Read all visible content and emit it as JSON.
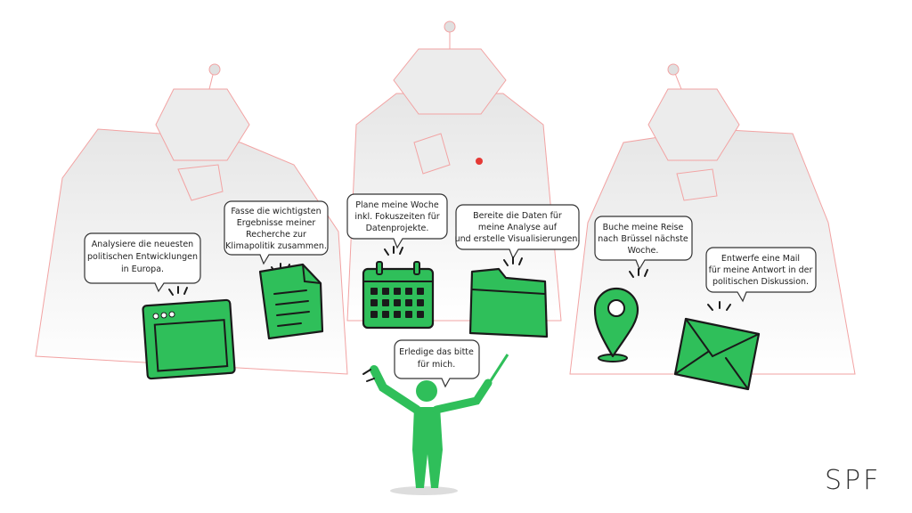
{
  "colors": {
    "accent_green": "#2fbf5a",
    "robot_outline": "#f2a3a3",
    "robot_eye": "#e53935"
  },
  "bubbles": [
    {
      "lines": [
        "Analysiere die neuesten",
        "politischen Entwicklungen",
        "in Europa."
      ],
      "icon": "browser-window-icon"
    },
    {
      "lines": [
        "Fasse die wichtigsten",
        "Ergebnisse meiner",
        "Recherche zur",
        "Klimapolitik zusammen."
      ],
      "icon": "document-icon"
    },
    {
      "lines": [
        "Plane meine Woche",
        "inkl. Fokuszeiten für",
        "Datenprojekte."
      ],
      "icon": "calendar-icon"
    },
    {
      "lines": [
        "Bereite die Daten für",
        "meine Analyse auf",
        "und erstelle Visualisierungen."
      ],
      "icon": "folder-icon"
    },
    {
      "lines": [
        "Buche meine Reise",
        "nach Brüssel nächste",
        "Woche."
      ],
      "icon": "location-pin-icon"
    },
    {
      "lines": [
        "Entwerfe eine Mail",
        "für meine Antwort in der",
        "politischen Diskussion."
      ],
      "icon": "envelope-icon"
    }
  ],
  "conductor": {
    "lines": [
      "Erledige das bitte",
      "für mich."
    ]
  },
  "logo": "SPF"
}
